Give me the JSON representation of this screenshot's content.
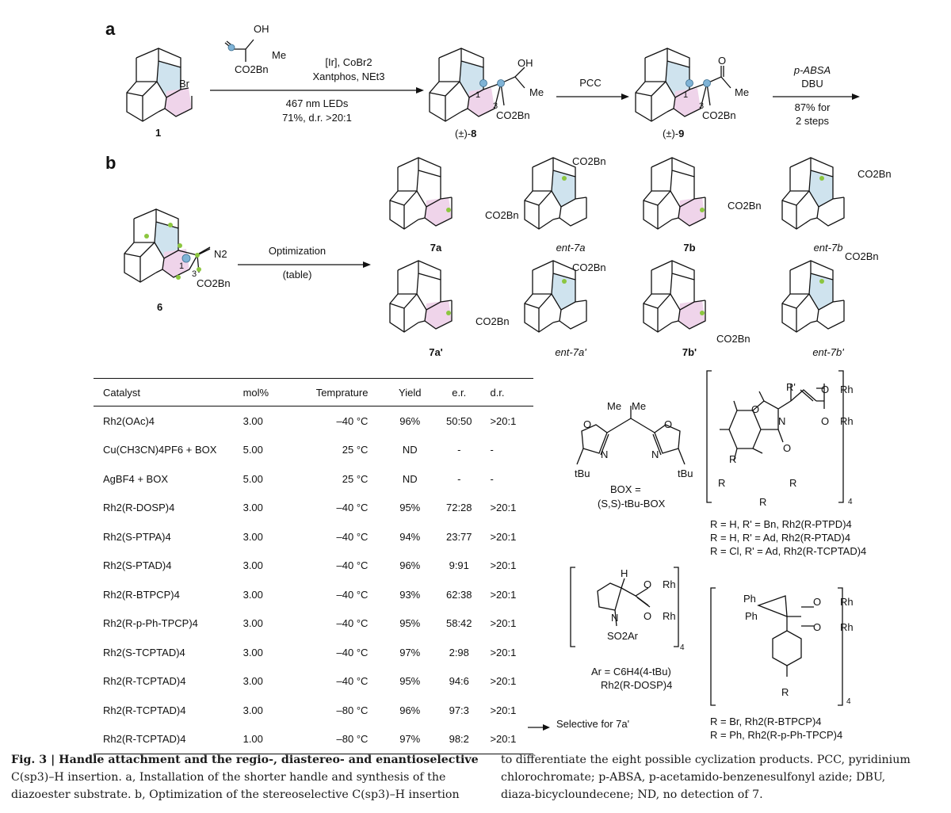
{
  "panel_a": {
    "label": "a",
    "reagent_top": [
      "OH",
      "Me",
      "CO2Bn"
    ],
    "cond1_above": [
      "[Ir], CoBr2",
      "Xantphos, NEt3"
    ],
    "cond1_below": [
      "467 nm LEDs",
      "71%, d.r. >20:1"
    ],
    "cond2_above": "PCC",
    "cond3_above": [
      "p-ABSA",
      "DBU"
    ],
    "cond3_below": [
      "87% for",
      "2 steps"
    ],
    "compounds": [
      {
        "id": "1",
        "text": "1",
        "substituent": "Br"
      },
      {
        "id": "8",
        "prefix": "(±)-",
        "text": "8",
        "subs": [
          "OH",
          "Me",
          "CO2Bn",
          "1",
          "3"
        ]
      },
      {
        "id": "9",
        "prefix": "(±)-",
        "text": "9",
        "subs": [
          "O",
          "Me",
          "CO2Bn",
          "1",
          "3"
        ]
      }
    ]
  },
  "panel_b": {
    "label": "b",
    "substrate": {
      "text": "6",
      "subs": [
        "N2",
        "CO2Bn",
        "1",
        "3"
      ]
    },
    "arrow_above": "Optimization",
    "arrow_below": "(table)",
    "products": [
      {
        "label": "7a",
        "italic": false,
        "sub": "CO2Bn"
      },
      {
        "label": "ent-7a",
        "italic": true,
        "sub": "CO2Bn"
      },
      {
        "label": "7b",
        "italic": false,
        "sub": "CO2Bn"
      },
      {
        "label": "ent-7b",
        "italic": true,
        "sub": "CO2Bn"
      },
      {
        "label": "7a'",
        "italic": false,
        "sub": "CO2Bn"
      },
      {
        "label": "ent-7a'",
        "italic": true,
        "sub": "CO2Bn"
      },
      {
        "label": "7b'",
        "italic": false,
        "sub": "CO2Bn"
      },
      {
        "label": "ent-7b'",
        "italic": true,
        "sub": "CO2Bn"
      }
    ]
  },
  "table": {
    "headers": [
      "Catalyst",
      "mol%",
      "Temprature",
      "Yield",
      "e.r.",
      "d.r."
    ],
    "rows": [
      [
        "Rh2(OAc)4",
        "3.00",
        "–40 °C",
        "96%",
        "50:50",
        ">20:1"
      ],
      [
        "Cu(CH3CN)4PF6 + BOX",
        "5.00",
        "25 °C",
        "ND",
        "-",
        "-"
      ],
      [
        "AgBF4 + BOX",
        "5.00",
        "25 °C",
        "ND",
        "-",
        "-"
      ],
      [
        "Rh2(R-DOSP)4",
        "3.00",
        "–40 °C",
        "95%",
        "72:28",
        ">20:1"
      ],
      [
        "Rh2(S-PTPA)4",
        "3.00",
        "–40 °C",
        "94%",
        "23:77",
        ">20:1"
      ],
      [
        "Rh2(S-PTAD)4",
        "3.00",
        "–40 °C",
        "96%",
        "9:91",
        ">20:1"
      ],
      [
        "Rh2(R-BTPCP)4",
        "3.00",
        "–40 °C",
        "93%",
        "62:38",
        ">20:1"
      ],
      [
        "Rh2(R-p-Ph-TPCP)4",
        "3.00",
        "–40 °C",
        "95%",
        "58:42",
        ">20:1"
      ],
      [
        "Rh2(S-TCPTAD)4",
        "3.00",
        "–40 °C",
        "97%",
        "2:98",
        ">20:1"
      ],
      [
        "Rh2(R-TCPTAD)4",
        "3.00",
        "–40 °C",
        "95%",
        "94:6",
        ">20:1"
      ],
      [
        "Rh2(R-TCPTAD)4",
        "3.00",
        "–80 °C",
        "96%",
        "97:3",
        ">20:1"
      ],
      [
        "Rh2(R-TCPTAD)4",
        "1.00",
        "–80 °C",
        "97%",
        "98:2",
        ">20:1"
      ]
    ],
    "note": "Selective for 7a'"
  },
  "ligands": {
    "box": {
      "labels": [
        "Me",
        "Me",
        "O",
        "O",
        "N",
        "N",
        "tBu",
        "tBu"
      ],
      "name1": "BOX =",
      "name2": "(S,S)-tBu-BOX"
    },
    "ptad": {
      "labels": [
        "R'",
        "O",
        "Rh",
        "O",
        "Rh",
        "O",
        "N",
        "O",
        "R",
        "R",
        "R",
        "R",
        "4"
      ],
      "legend": [
        "R = H, R' = Bn, Rh2(R-PTPD)4",
        "R = H, R' = Ad, Rh2(R-PTAD)4",
        "R = Cl, R' = Ad, Rh2(R-TCPTAD)4"
      ]
    },
    "dosp": {
      "labels": [
        "H",
        "O",
        "Rh",
        "O",
        "Rh",
        "N",
        "SO2Ar",
        "4"
      ],
      "legend": [
        "Ar = C6H4(4-tBu)",
        "Rh2(R-DOSP)4"
      ]
    },
    "btpcp": {
      "labels": [
        "Ph",
        "Ph",
        "O",
        "Rh",
        "O",
        "Rh",
        "R",
        "4"
      ],
      "legend": [
        "R = Br, Rh2(R-BTPCP)4",
        "R = Ph, Rh2(R-p-Ph-TPCP)4"
      ]
    }
  },
  "caption": {
    "fig": "Fig. 3 | Handle attachment and the regio-, diastereo- and enantioselective C(sp3)–H insertion.",
    "left_lines": [
      "Fig. 3 | Handle attachment and the regio-, diastereo- and enantioselective",
      "C(sp3)–H insertion. a, Installation of the shorter handle and synthesis of the",
      "diazoester substrate. b, Optimization of the stereoselective C(sp3)–H insertion"
    ],
    "right_lines": [
      "to differentiate the eight possible cyclization products. PCC, pyridinium",
      "chlorochromate; p-ABSA, p-acetamido-benzenesulfonyl azide; DBU,",
      "diaza-bicycloundecene; ND, no detection of 7."
    ]
  },
  "colors": {
    "blue_ring": "#cfe3ee",
    "pink_ring": "#efd4ea",
    "node_blue": "#7fb3d6",
    "node_green": "#8cc63f",
    "text": "#111111"
  }
}
